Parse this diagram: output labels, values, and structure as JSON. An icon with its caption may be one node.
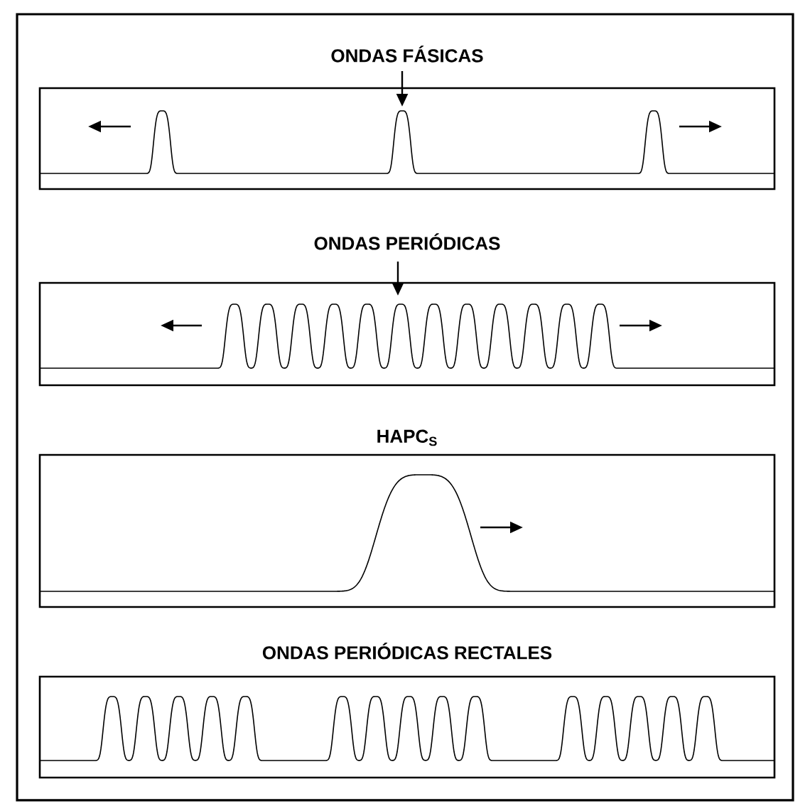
{
  "diagram": {
    "nodes": [
      {
        "text": [
          "ONDAS FÁSICAS"
        ]
      },
      {
        "text": [
          "ONDAS PERIÓDICAS"
        ]
      },
      {
        "text": [
          "HAPC$_{S}$"
        ]
      },
      {
        "text": [
          "ONDAS PERIÓDICAS RECTALES"
        ]
      }
    ]
  }
}
